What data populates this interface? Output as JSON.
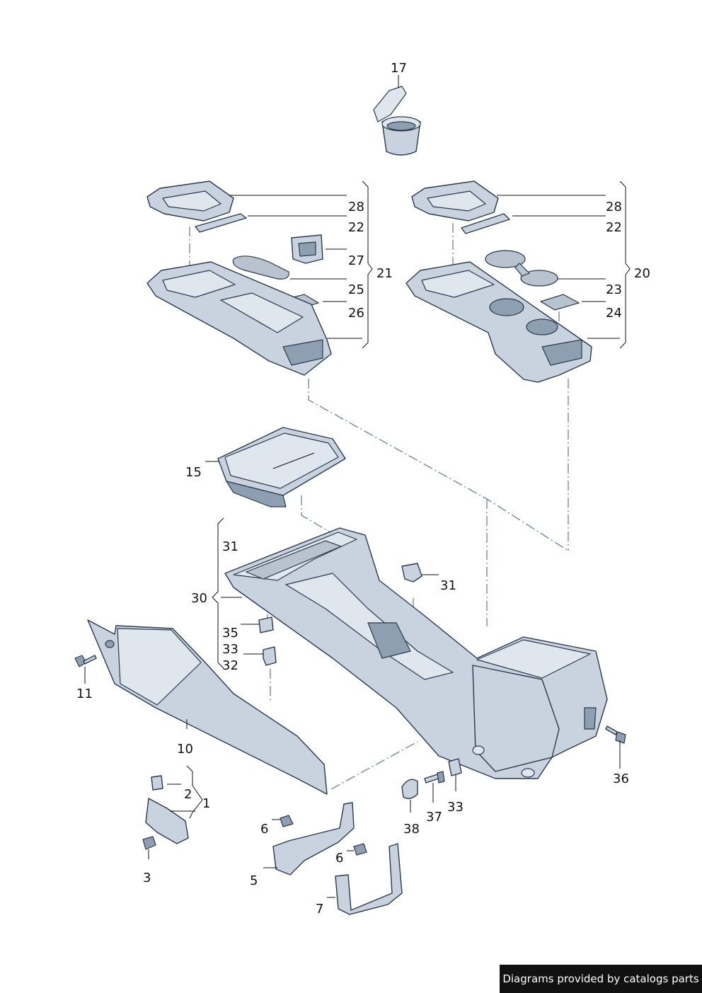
{
  "callouts": [
    {
      "id": "17",
      "text": "17"
    },
    {
      "id": "28a",
      "text": "28"
    },
    {
      "id": "22a",
      "text": "22"
    },
    {
      "id": "27",
      "text": "27"
    },
    {
      "id": "21",
      "text": "21"
    },
    {
      "id": "25",
      "text": "25"
    },
    {
      "id": "26",
      "text": "26"
    },
    {
      "id": "28b",
      "text": "28"
    },
    {
      "id": "22b",
      "text": "22"
    },
    {
      "id": "20",
      "text": "20"
    },
    {
      "id": "23",
      "text": "23"
    },
    {
      "id": "24",
      "text": "24"
    },
    {
      "id": "15",
      "text": "15"
    },
    {
      "id": "31a",
      "text": "31"
    },
    {
      "id": "31b",
      "text": "31"
    },
    {
      "id": "30",
      "text": "30"
    },
    {
      "id": "35",
      "text": "35"
    },
    {
      "id": "33a",
      "text": "33"
    },
    {
      "id": "32",
      "text": "32"
    },
    {
      "id": "11",
      "text": "11"
    },
    {
      "id": "10",
      "text": "10"
    },
    {
      "id": "36",
      "text": "36"
    },
    {
      "id": "2",
      "text": "2"
    },
    {
      "id": "1",
      "text": "1"
    },
    {
      "id": "3",
      "text": "3"
    },
    {
      "id": "6a",
      "text": "6"
    },
    {
      "id": "5",
      "text": "5"
    },
    {
      "id": "6b",
      "text": "6"
    },
    {
      "id": "7",
      "text": "7"
    },
    {
      "id": "38",
      "text": "38"
    },
    {
      "id": "37",
      "text": "37"
    },
    {
      "id": "33b",
      "text": "33"
    }
  ],
  "credit": "Diagrams provided by catalogs parts",
  "colors": {
    "part_fill": "#c9d3df",
    "outline": "#2a3a4c",
    "dash_line": "#5b7896",
    "banner": "#111111"
  }
}
